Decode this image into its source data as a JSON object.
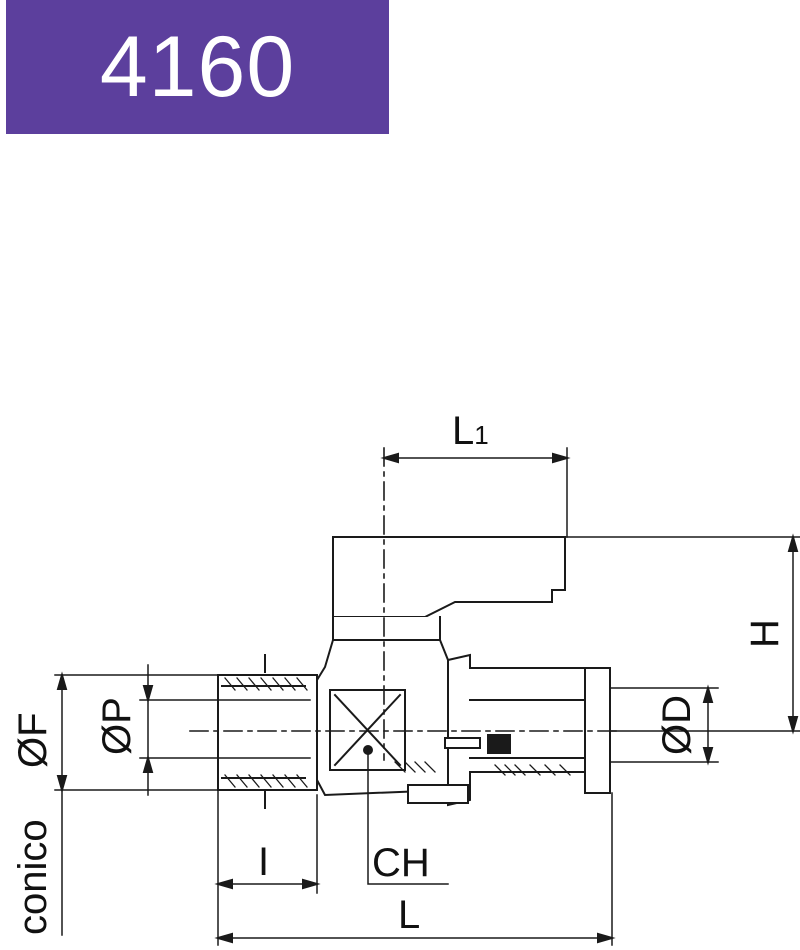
{
  "product": {
    "code": "4160"
  },
  "colors": {
    "badge": "#5c3f9d",
    "line": "#1a1a1a"
  },
  "dimensions": {
    "L1": "L",
    "L1_sub": "1",
    "H": "H",
    "OD": "ØD",
    "OF": "ØF",
    "OP": "ØP",
    "conico": "conico",
    "I": "I",
    "CH": "CH",
    "L": "L"
  }
}
